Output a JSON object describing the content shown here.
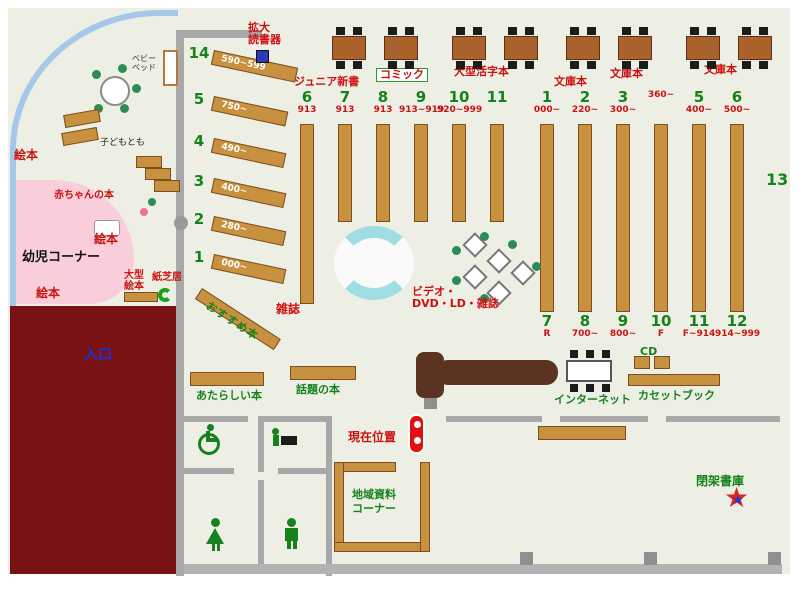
{
  "device": {
    "line1": "拡大",
    "line2": "読書器"
  },
  "categories": {
    "junior": "ジュニア新書",
    "comic": "コミック",
    "large_print": "大型活字本",
    "bunko": "文庫本"
  },
  "fan_shelves": [
    {
      "no": "14",
      "range": "590~599"
    },
    {
      "no": "5",
      "range": "750~"
    },
    {
      "no": "4",
      "range": "490~"
    },
    {
      "no": "3",
      "range": "400~"
    },
    {
      "no": "2",
      "range": "280~"
    },
    {
      "no": "1",
      "range": "000~"
    }
  ],
  "center_shelves": [
    {
      "no": "6",
      "range": "913"
    },
    {
      "no": "7",
      "range": "913"
    },
    {
      "no": "8",
      "range": "913"
    },
    {
      "no": "9",
      "range": "913~919"
    },
    {
      "no": "10",
      "range": "920~999"
    },
    {
      "no": "11",
      "range": ""
    }
  ],
  "fiction_top": [
    {
      "no": "1",
      "range": "000~"
    },
    {
      "no": "2",
      "range": "220~"
    },
    {
      "no": "3",
      "range": "300~"
    },
    {
      "no": "",
      "range": "360~"
    },
    {
      "no": "5",
      "range": "400~"
    },
    {
      "no": "6",
      "range": "500~"
    }
  ],
  "fiction_bottom": [
    {
      "no": "7",
      "range": "R"
    },
    {
      "no": "8",
      "range": "700~"
    },
    {
      "no": "9",
      "range": "800~"
    },
    {
      "no": "10",
      "range": "F"
    },
    {
      "no": "11",
      "range": "F~914"
    },
    {
      "no": "12",
      "range": "914~999"
    }
  ],
  "wall_shelf": "13",
  "kids": {
    "corner": "幼児コーナー",
    "baby_books": "赤ちゃんの本",
    "picture_books": "絵本",
    "kodomo_label": "子どもとも",
    "baby_bed_1": "ベビー",
    "baby_bed_2": "ベッド",
    "large_pic_1": "大型",
    "large_pic_2": "絵本",
    "kamishibai": "紙芝居"
  },
  "labels": {
    "osusume": "おすすめ本",
    "zasshi": "雑誌",
    "video_1": "ビデオ・",
    "video_2": "DVD・LD・雑誌",
    "entrance": "入口",
    "new_books": "あたらしい本",
    "topic_books": "話題の本",
    "current": "現在位置",
    "chiiki_1": "地域資料",
    "chiiki_2": "コーナー",
    "internet": "インターネット",
    "cd": "CD",
    "cassette": "カセットブック",
    "heika": "閉架書庫"
  }
}
